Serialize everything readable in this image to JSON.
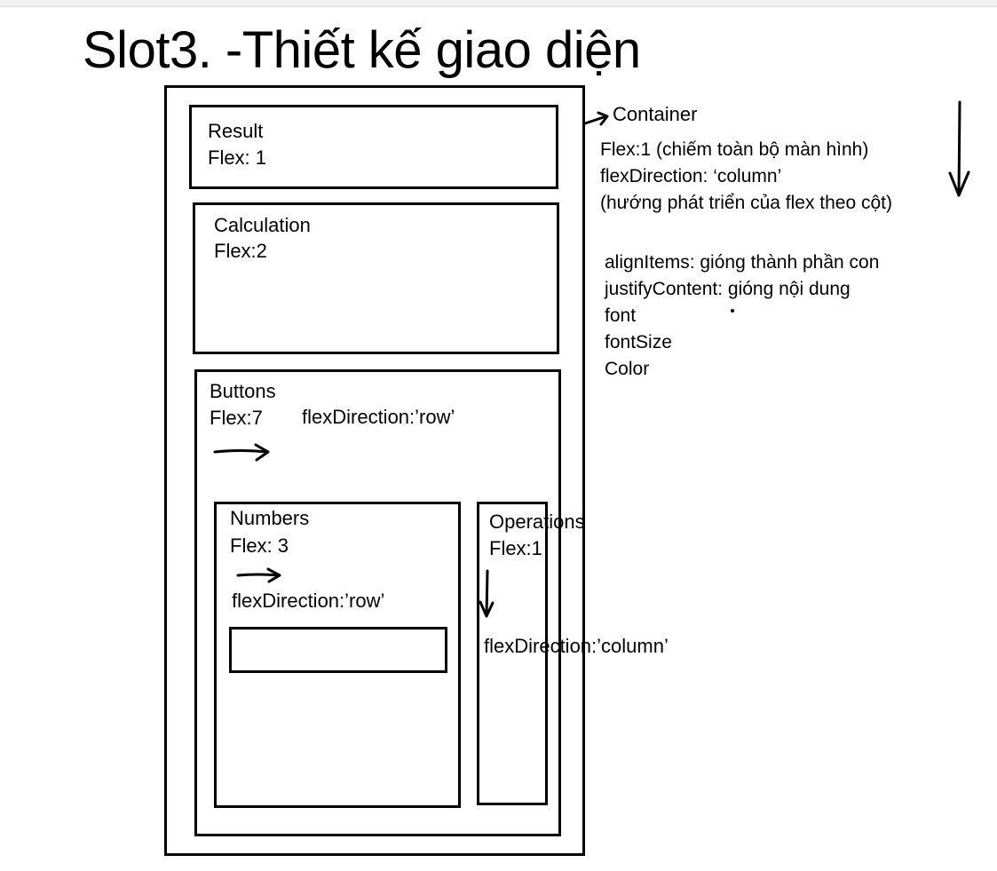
{
  "title": "Slot3. -Thiết kế giao diện",
  "result": {
    "name": "Result",
    "flex": "Flex: 1"
  },
  "calculation": {
    "name": "Calculation",
    "flex": "Flex:2"
  },
  "buttons": {
    "name": "Buttons",
    "flex": "Flex:7",
    "direction": "flexDirection:’row’"
  },
  "numbers": {
    "name": "Numbers",
    "flex": "Flex: 3",
    "direction": "flexDirection:’row’"
  },
  "operations": {
    "name": "Operations",
    "flex": "Flex:1",
    "direction": "flexDirection:’column’"
  },
  "container": {
    "name": "Container",
    "notes": [
      "Flex:1 (chiếm toàn bộ màn hình)",
      "flexDirection: ‘column’",
      "(hướng phát triển của flex theo cột)"
    ],
    "properties": [
      "alignItems: gióng thành phần con",
      "justifyContent: gióng nội dung",
      "font",
      "fontSize",
      "Color"
    ]
  }
}
